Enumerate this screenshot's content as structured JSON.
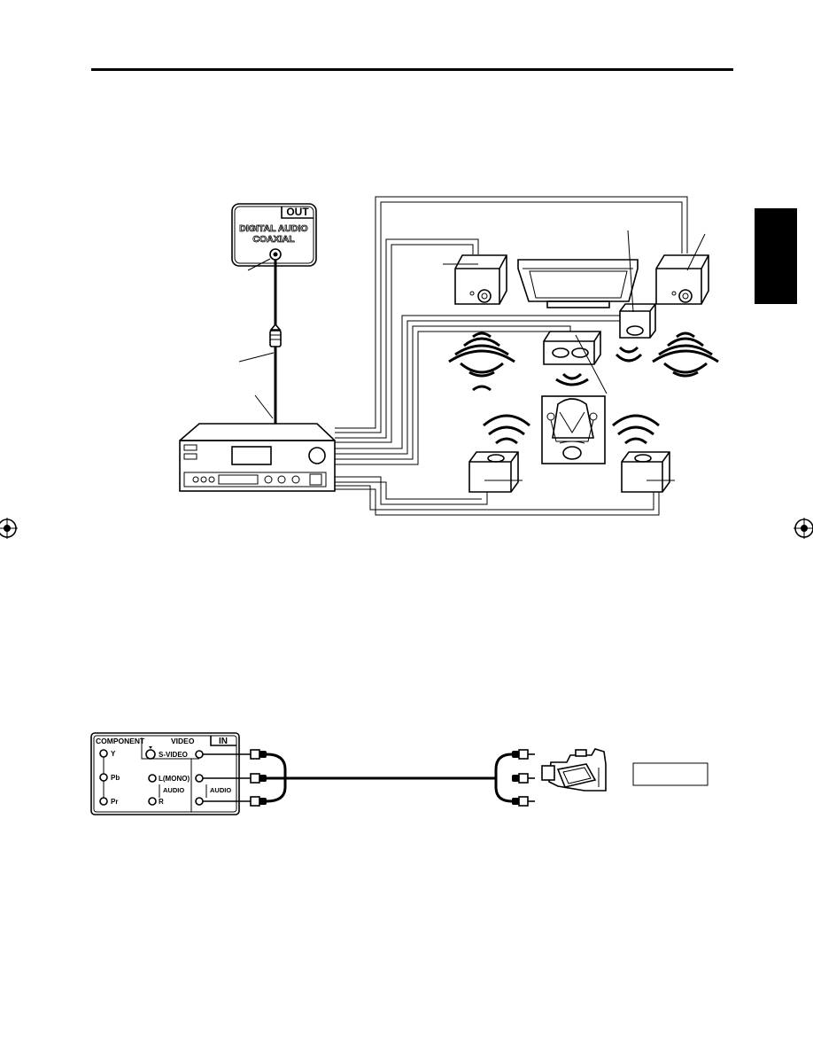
{
  "coax_panel": {
    "out_label": "OUT",
    "digital_audio_label": "DIGITAL AUDIO",
    "coaxial_label": "COAXIAL"
  },
  "input_panel": {
    "component_label": "COMPONENT",
    "video_label": "VIDEO",
    "in_label": "IN",
    "y_label": "Y",
    "pb_label": "Pb",
    "pr_label": "Pr",
    "s_video_label": "S-VIDEO",
    "l_mono_label": "L(MONO)",
    "audio_label": "AUDIO",
    "r_label": "R",
    "audio_label_2": "AUDIO"
  },
  "side_tab": {
    "color": "#000000"
  },
  "icons": [
    "registration-mark-icon",
    "rca-plug-icon",
    "speaker-icon",
    "receiver-icon",
    "camcorder-icon",
    "tv-icon",
    "listener-icon",
    "sound-wave-icon"
  ]
}
